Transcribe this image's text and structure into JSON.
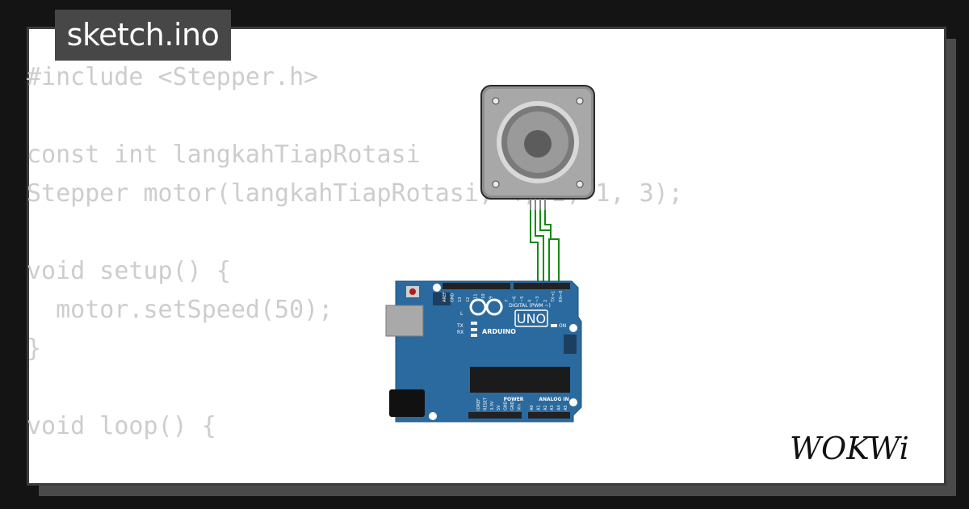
{
  "tab": {
    "filename": "sketch.ino"
  },
  "code_lines": [
    "#include <Stepper.h>",
    "",
    "const int langkahTiapRotasi",
    "Stepper motor(langkahTiapRotasi, 4, 2, 1, 3);",
    "",
    "void setup() {",
    "  motor.setSpeed(50);",
    "}",
    "",
    "void loop() {"
  ],
  "board": {
    "model": "UNO",
    "brand": "ARDUINO",
    "on_label": "ON",
    "l_label": "L",
    "tx_label": "TX",
    "rx_label": "RX",
    "digital_label": "DIGITAL (PWM ~)",
    "power_label": "POWER",
    "analog_label": "ANALOG IN",
    "top_header_pins": [
      "AREF",
      "GND",
      "13",
      "12",
      "~11",
      "~10",
      "~9",
      "8",
      "7",
      "~6",
      "~5",
      "4",
      "~3",
      "2",
      "TX→1",
      "RX←0"
    ],
    "bottom_power_pins": [
      "IOREF",
      "RESET",
      "3.3V",
      "5V",
      "GND",
      "GND",
      "Vin"
    ],
    "bottom_analog_pins": [
      "A0",
      "A1",
      "A2",
      "A3",
      "A4",
      "A5"
    ]
  },
  "logo": {
    "text": "WOKWi"
  },
  "colors": {
    "background": "#141414",
    "card": "#ffffff",
    "code_text": "#cdcdcd",
    "tab_bg": "#474747",
    "board_blue": "#2b6a9e",
    "wire_green": "#138a13"
  },
  "icons": {
    "motor": "stepper-motor-icon",
    "board": "arduino-uno-icon",
    "logo": "wokwi-logo"
  }
}
